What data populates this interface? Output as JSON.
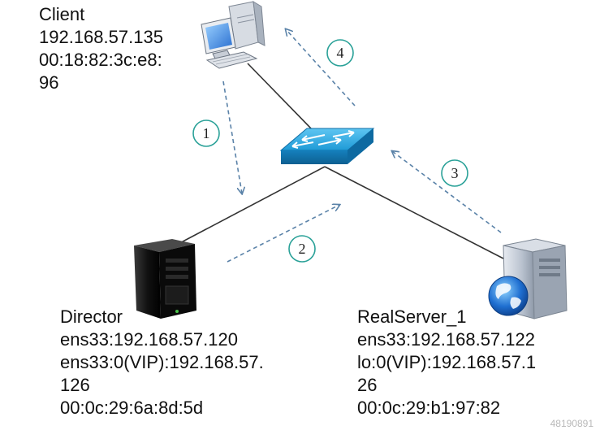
{
  "client": {
    "name": "Client",
    "ip": "192.168.57.135",
    "mac_line1": "00:18:82:3c:e8:",
    "mac_line2": "96"
  },
  "director": {
    "name": "Director",
    "ens33": "ens33:192.168.57.120",
    "vip_line1": "ens33:0(VIP):192.168.57.",
    "vip_line2": "126",
    "mac": "00:0c:29:6a:8d:5d"
  },
  "realserver": {
    "name": "RealServer_1",
    "ens33": "ens33:192.168.57.122",
    "vip_line1": "lo:0(VIP):192.168.57.1",
    "vip_line2": "26",
    "mac": "00:0c:29:b1:97:82"
  },
  "steps": [
    "1",
    "2",
    "3",
    "4"
  ],
  "watermark": "48190891",
  "colors": {
    "arrow": "#5a82a8",
    "step_circle": "#2aa198",
    "link": "#333333",
    "switch": "#1a8ecf"
  },
  "icons": {
    "client": "desktop-computer-icon",
    "switch": "network-switch-icon",
    "director": "tower-server-icon",
    "realserver": "web-server-icon"
  }
}
